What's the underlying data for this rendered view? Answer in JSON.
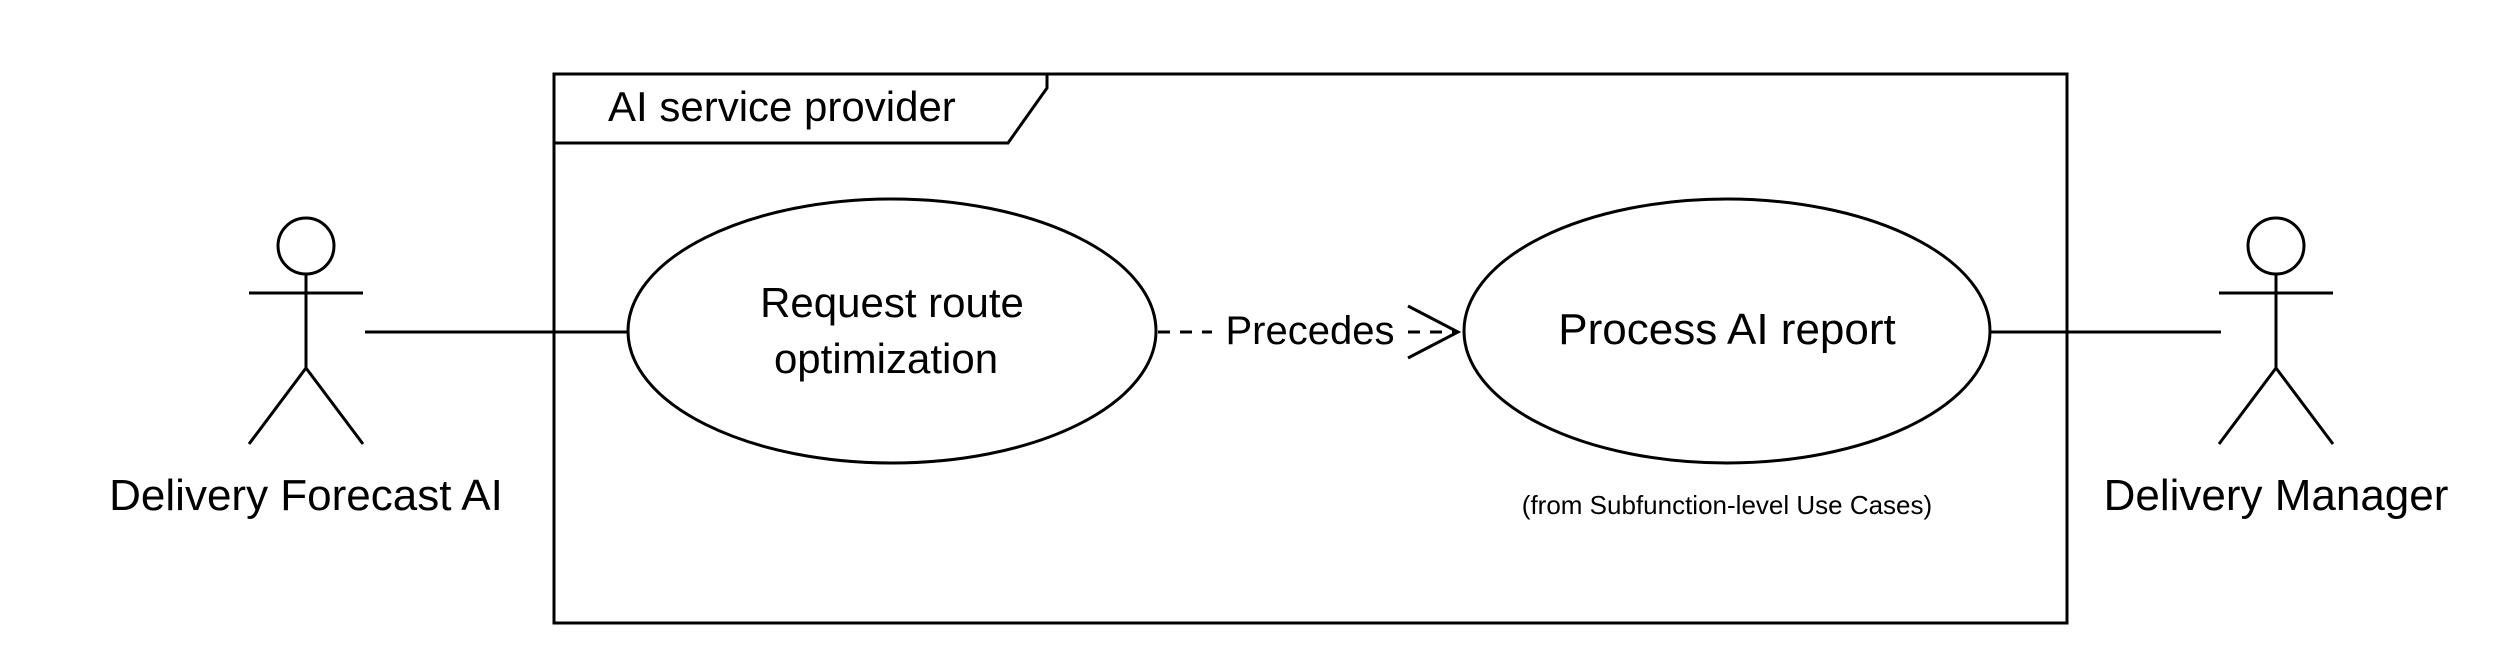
{
  "diagram": {
    "type": "uml-use-case",
    "system_boundary": {
      "title": "AI service provider"
    },
    "actors": [
      {
        "id": "actor-left",
        "name": "Delivery Forecast AI"
      },
      {
        "id": "actor-right",
        "name": "Delivery Manager"
      }
    ],
    "use_cases": [
      {
        "id": "uc-request",
        "lines": [
          "Request route",
          "optimization"
        ]
      },
      {
        "id": "uc-process",
        "lines": [
          "Process AI report"
        ],
        "note": "(from Subfunction-level Use Cases)"
      }
    ],
    "relationships": [
      {
        "from": "actor-left",
        "to": "uc-request",
        "kind": "association"
      },
      {
        "from": "uc-request",
        "to": "uc-process",
        "kind": "dependency",
        "label": "Precedes"
      },
      {
        "from": "actor-right",
        "to": "uc-process",
        "kind": "association"
      }
    ]
  }
}
